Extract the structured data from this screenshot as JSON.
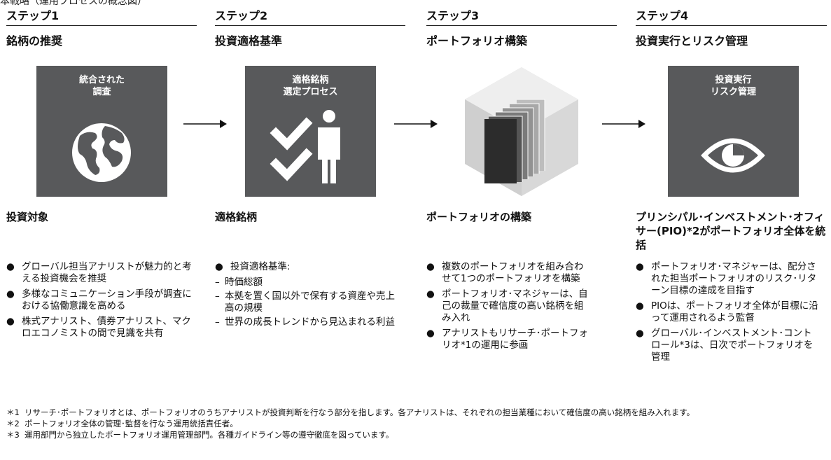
{
  "top_title": "本戦略（運用プロセスの概念図）",
  "steps": [
    {
      "step_label": "ステップ1",
      "step_name": "銘柄の推奨",
      "box_title": "統合された\n調査",
      "icon": "globe-icon",
      "heading": "投資対象",
      "bullets": [
        "グローバル担当アナリストが魅力的と考える投資機会を推奨",
        "多様なコミュニケーション手段が調査における協働意識を高める",
        "株式アナリスト、債券アナリスト、マクロエコノミストの間で見識を共有"
      ]
    },
    {
      "step_label": "ステップ2",
      "step_name": "投資適格基準",
      "box_title": "適格銘柄\n選定プロセス",
      "icon": "checkmarks-person-icon",
      "heading": "適格銘柄",
      "bullets": [
        "投資適格基準:"
      ],
      "sub_bullets": [
        "時価総額",
        "本拠を置く国以外で保有する資産や売上高の規模",
        "世界の成長トレンドから見込まれる利益"
      ]
    },
    {
      "step_label": "ステップ3",
      "step_name": "ポートフォリオ構築",
      "icon": "layered-hexagon-icon",
      "heading": "ポートフォリオの構築",
      "bullets": [
        "複数のポートフォリオを組み合わせて1つのポートフォリオを構築",
        "ポートフォリオ･マネジャーは、自己の裁量で確信度の高い銘柄を組み入れ",
        "アナリストもリサーチ･ポートフォリオ*1の運用に参画"
      ]
    },
    {
      "step_label": "ステップ4",
      "step_name": "投資実行とリスク管理",
      "box_title": "投資実行\nリスク管理",
      "icon": "eye-icon",
      "heading": "プリンシパル･インベストメント･オフィサー(PIO)*2がポートフォリオ全体を統括",
      "bullets": [
        "ポートフォリオ･マネジャーは、配分された担当ポートフォリオのリスク･リターン目標の達成を目指す",
        "PIOは、ポートフォリオ全体が目標に沿って運用されるよう監督",
        "グローバル･インベストメント･コントロール*3は、日次でポートフォリオを管理"
      ]
    }
  ],
  "footnotes": [
    {
      "mark": "＊1",
      "text": "リサーチ･ポートフォリオとは、ポートフォリオのうちアナリストが投資判断を行なう部分を指します。各アナリストは、それぞれの担当業種において確信度の高い銘柄を組み入れます。"
    },
    {
      "mark": "＊2",
      "text": "ポートフォリオ全体の管理･監督を行なう運用統括責任者。"
    },
    {
      "mark": "＊3",
      "text": "運用部門から独立したポートフォリオ運用管理部門。各種ガイドライン等の遵守徹底を図っています。"
    }
  ],
  "colors": {
    "box": "#58595b",
    "text": "#111111"
  }
}
